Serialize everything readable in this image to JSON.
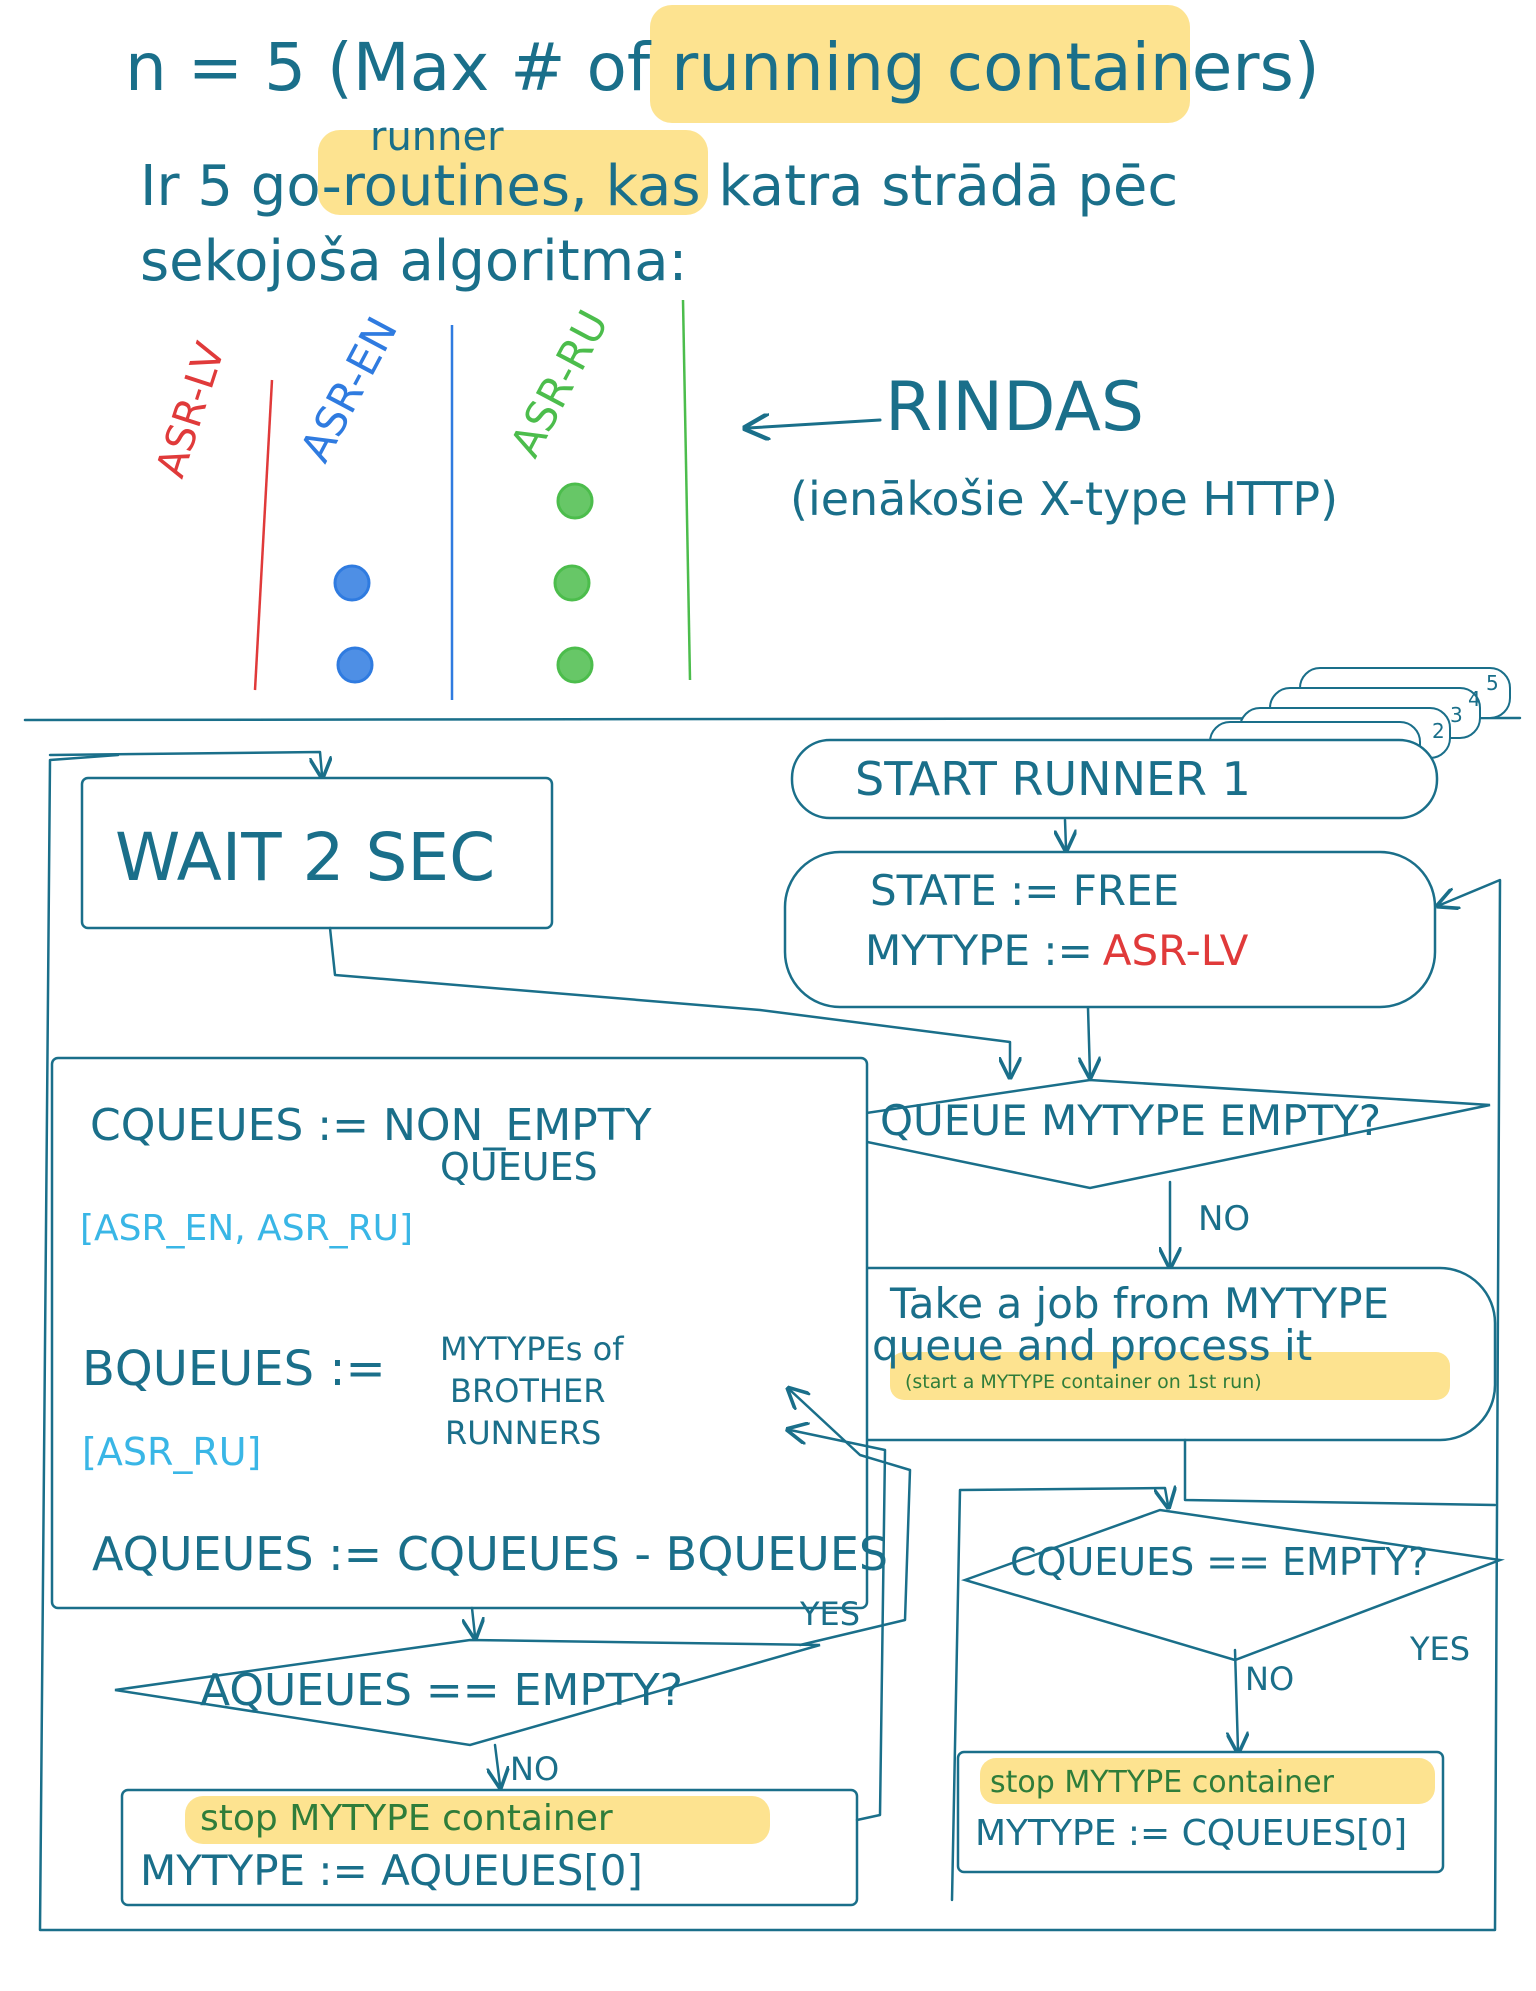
{
  "colors": {
    "ink": "#1a6f8a",
    "highlight": "#fcd96b",
    "asr_lv": "#e03a3a",
    "asr_en": "#2f7be0",
    "asr_ru": "#4cbd4c",
    "list_cyan": "#39b6e6",
    "note_green": "#2f7d3a"
  },
  "header": {
    "line1": "n = 5 (Max # of running containers)",
    "runner_word": "runner",
    "line2": "Ir 5 go-routines, kas katra strādā pēc",
    "line3": "sekojoša algoritma:"
  },
  "queues": {
    "lanes": [
      {
        "label": "ASR-LV",
        "color": "#e03a3a",
        "items": 0
      },
      {
        "label": "ASR-EN",
        "color": "#2f7be0",
        "items": 2
      },
      {
        "label": "ASR-RU",
        "color": "#4cbd4c",
        "items": 3
      }
    ],
    "title": "RINDAS",
    "subtitle": "(ienākošie X-type HTTP)"
  },
  "flow": {
    "start": "START RUNNER 1",
    "stack_numbers": [
      "2",
      "3",
      "4",
      "5"
    ],
    "init_line1": "STATE := FREE",
    "init_line2_prefix": "MYTYPE :=",
    "init_line2_value": "ASR-LV",
    "wait": "WAIT 2 SEC",
    "queue_empty": "QUEUE MYTYPE EMPTY?",
    "yes": "YES",
    "no": "NO",
    "take_job_line1": "Take a job from MYTYPE",
    "take_job_line2": "queue and process it",
    "take_job_note": "(start a MYTYPE container on 1st run)",
    "cq_def": "CQUEUES := NON_EMPTY",
    "cq_def2": "QUEUES",
    "cq_list": "[ASR_EN, ASR_RU]",
    "bq_def": "BQUEUES :=",
    "bq_desc1": "MYTYPEs of",
    "bq_desc2": "BROTHER",
    "bq_desc3": "RUNNERS",
    "bq_list": "[ASR_RU]",
    "aq_def": "AQUEUES := CQUEUES - BQUEUES",
    "aq_empty": "AQUEUES == EMPTY?",
    "stop_a_line1": "stop MYTYPE container",
    "stop_a_line2": "MYTYPE := AQUEUES[0]",
    "cq_empty": "CQUEUES == EMPTY?",
    "stop_c_line1": "stop MYTYPE container",
    "stop_c_line2": "MYTYPE := CQUEUES[0]"
  }
}
